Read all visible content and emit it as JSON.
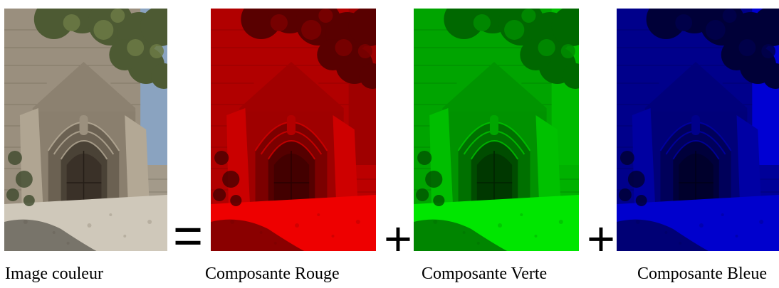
{
  "panels": [
    {
      "caption": "Image couleur"
    },
    {
      "caption": "Composante Rouge"
    },
    {
      "caption": "Composante Verte"
    },
    {
      "caption": "Composante Bleue"
    }
  ],
  "operators": {
    "equals": "=",
    "plus_1": "+",
    "plus_2": "+"
  },
  "colors": {
    "red_channel": "#ff0000",
    "green_channel": "#00ff00",
    "blue_channel": "#0000ff"
  }
}
